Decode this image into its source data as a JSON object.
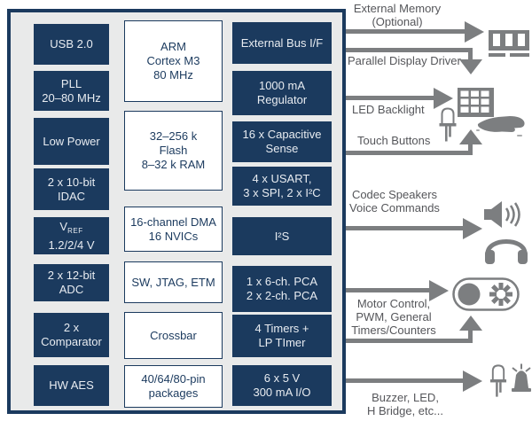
{
  "colors": {
    "navy": "#1b3a5e",
    "panel_gray": "#e9eaea",
    "arrow_gray": "#7c7e80",
    "label_text": "#55565a"
  },
  "chip": {
    "col_left": [
      {
        "label": "USB 2.0"
      },
      {
        "label": "PLL\n20–80 MHz"
      },
      {
        "label": "Low Power"
      },
      {
        "label": "2 x 10-bit\nIDAC"
      },
      {
        "v": "V",
        "sub": "REF",
        "line2": "1.2/2/4 V"
      },
      {
        "label": "2 x 12-bit\nADC"
      },
      {
        "label": "2 x Comparator"
      },
      {
        "label": "HW AES"
      }
    ],
    "col_mid": [
      {
        "label": "ARM\nCortex M3\n80 MHz"
      },
      {
        "label": "32–256 k\nFlash\n8–32 k RAM"
      },
      {
        "label": "16-channel DMA\n16 NVICs"
      },
      {
        "label": "SW, JTAG, ETM"
      },
      {
        "label": "Crossbar"
      },
      {
        "label": "40/64/80-pin\npackages"
      }
    ],
    "col_right": [
      {
        "label": "External Bus I/F"
      },
      {
        "label": "1000 mA\nRegulator"
      },
      {
        "label": "16 x Capacitive\nSense"
      },
      {
        "label": "4 x USART,\n3 x SPI, 2 x I²C"
      },
      {
        "label": "I²S"
      },
      {
        "label": "1 x 6-ch. PCA\n2 x 2-ch. PCA"
      },
      {
        "label": "4 Timers +\nLP TImer"
      },
      {
        "label": "6 x 5 V\n300 mA I/O"
      }
    ]
  },
  "peripherals": {
    "external_memory": {
      "label": "External Memory\n(Optional)",
      "icon": "memory-module-icon"
    },
    "parallel_display": {
      "label": "Parallel Display Driver"
    },
    "led_backlight": {
      "label": "LED Backlight",
      "icons": [
        "display-grid-icon",
        "led-icon"
      ]
    },
    "touch_buttons": {
      "label": "Touch Buttons",
      "icon": "touch-hand-icon"
    },
    "codec": {
      "label": "Codec Speakers\nVoice Commands",
      "icons": [
        "speaker-icon",
        "headphones-icon"
      ]
    },
    "motor": {
      "label": "Motor Control,\nPWM, General\nTimers/Counters",
      "icon": "motor-icon"
    },
    "buzzer": {
      "label": "Buzzer, LED,\nH Bridge, etc...",
      "icons": [
        "led-icon",
        "buzzer-icon"
      ]
    }
  }
}
